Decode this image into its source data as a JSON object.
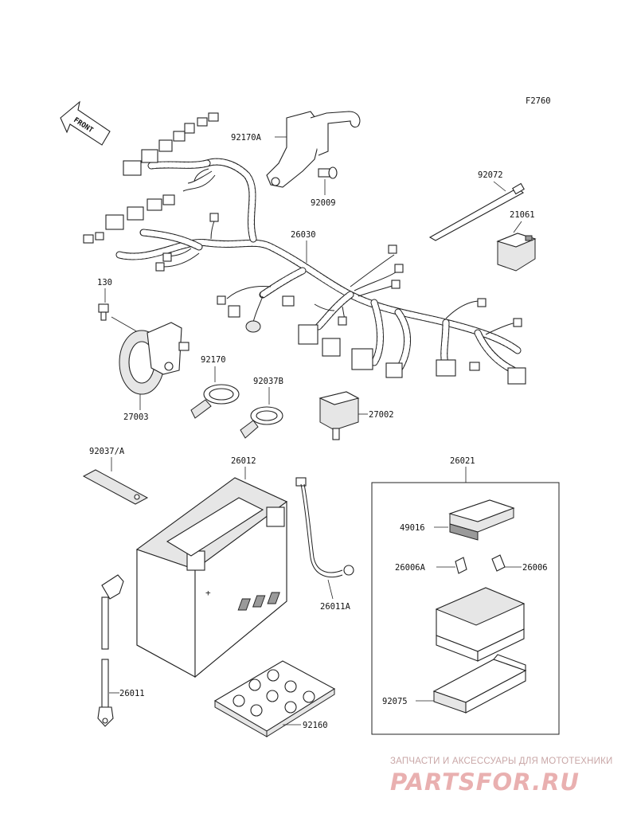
{
  "figure_code": "F2760",
  "front_label": "FRONT",
  "parts": {
    "p92170A": "92170A",
    "p92009": "92009",
    "p92072": "92072",
    "p21061": "21061",
    "p26030": "26030",
    "p130": "130",
    "p27003": "27003",
    "p92170": "92170",
    "p92037B": "92037B",
    "p27002": "27002",
    "p92037A": "92037/A",
    "p26012": "26012",
    "p26021": "26021",
    "p49016": "49016",
    "p26006A": "26006A",
    "p26006": "26006",
    "p26011A": "26011A",
    "p26011": "26011",
    "p92160": "92160",
    "p92075": "92075"
  },
  "watermark": {
    "caption": "ЗАПЧАСТИ И АКСЕССУАРЫ ДЛЯ МОТОТЕХНИКИ",
    "logo": "PARTSFOR.RU",
    "color": "#d98a8a"
  }
}
